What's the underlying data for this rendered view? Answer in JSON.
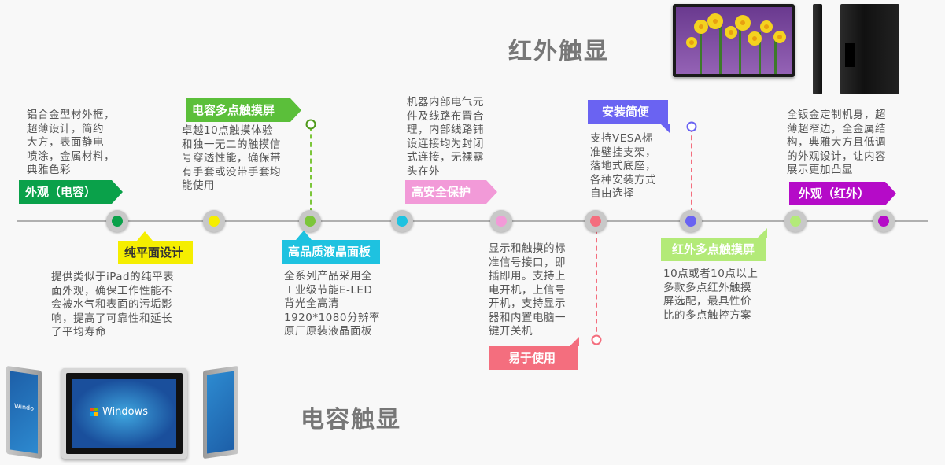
{
  "titles": {
    "infrared": "红外触显",
    "capacitive": "电容触显"
  },
  "features": [
    {
      "id": "appearance-capacitive",
      "label": "外观（电容）",
      "color": "#0aa14a",
      "desc": "铝合金型材外框，\n超薄设计，简约\n大方，表面静电\n喷涂，金属材料，\n典雅色彩"
    },
    {
      "id": "flat-design",
      "label": "纯平面设计",
      "color": "#f5ee00",
      "desc": "提供类似于iPad的纯平表\n面外观，确保工作性能不\n会被水气和表面的污垢影\n响，提高了可靠性和延长\n了平均寿命"
    },
    {
      "id": "capacitive-multitouch",
      "label": "电容多点触摸屏",
      "color": "#7cc63a",
      "desc": "卓越10点触摸体验\n和独一无二的触摸信\n号穿透性能，确保带\n有手套或没带手套均\n能使用"
    },
    {
      "id": "hq-lcd",
      "label": "高品质液晶面板",
      "color": "#1ec2e0",
      "desc": "全系列产品采用全\n工业级节能E-LED\n背光全高清\n1920*1080分辨率\n原厂原装液晶面板"
    },
    {
      "id": "high-safety",
      "label": "高安全保护",
      "color": "#f29ad8",
      "desc": "机器内部电气元\n件及线路布置合\n理，内部线路铺\n设连接均为封闭\n式连接，无裸露\n头在外"
    },
    {
      "id": "easy-use",
      "label": "易于使用",
      "color": "#f46e7e",
      "desc": "显示和触摸的标\n准信号接口，即\n插即用。支持上\n电开机，上信号\n开机，支持显示\n器和内置电脑一\n键开关机"
    },
    {
      "id": "easy-install",
      "label": "安装简便",
      "color": "#6a63f2",
      "desc": "支持VESA标\n准壁挂支架，\n落地式底座，\n各种安装方式\n自由选择"
    },
    {
      "id": "ir-multitouch",
      "label": "红外多点触摸屏",
      "color": "#b3ea78",
      "desc": "10点或者10点以上\n多款多点红外触摸\n屏选配，最具性价\n比的多点触控方案"
    },
    {
      "id": "appearance-infrared",
      "label": "外观（红外）",
      "color": "#b50bc8",
      "desc": "全钣金定制机身，超\n薄超窄边，全金属结\n构，典雅大方且低调\n的外观设计，让内容\n展示更加凸显"
    }
  ],
  "product_images": {
    "capacitive": {
      "screen_text": "Windows",
      "side_text": "Windo"
    }
  },
  "colors": {
    "line": "#b0b0b0",
    "title": "#777777"
  }
}
